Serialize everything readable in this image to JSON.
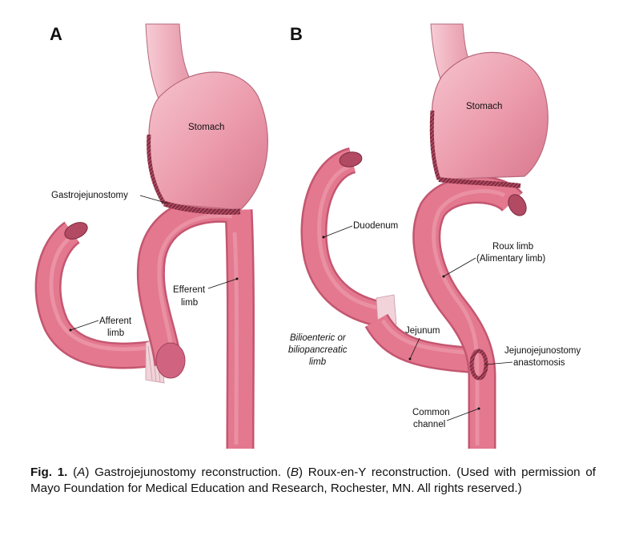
{
  "panels": {
    "a": {
      "letter": "A",
      "stomach": "Stomach",
      "gastrojejunostomy": "Gastrojejunostomy",
      "efferent_1": "Efferent",
      "efferent_2": "limb",
      "afferent_1": "Afferent",
      "afferent_2": "limb"
    },
    "b": {
      "letter": "B",
      "stomach": "Stomach",
      "duodenum": "Duodenum",
      "roux_1": "Roux limb",
      "roux_2": "(Alimentary limb)",
      "bilio_1": "Bilioenteric or",
      "bilio_2": "biliopancreatic",
      "bilio_3": "limb",
      "jejunum": "Jejunum",
      "jj_1": "Jejunojejunostomy",
      "jj_2": "anastomosis",
      "common_1": "Common",
      "common_2": "channel"
    }
  },
  "caption": {
    "figure_label": "Fig. 1.",
    "a_open": " (",
    "a_letter": "A",
    "a_text": ") Gastrojejunostomy reconstruction. (",
    "b_letter": "B",
    "b_text": ") Roux-en-Y reconstruction. (Used with permission of Mayo Foundation for Medical Education and Research, Rochester, MN. All rights reserved.)"
  },
  "colors": {
    "tissue": "#e3788f",
    "tissue_dark": "#c45670",
    "tissue_light": "#f0a4b4",
    "stomach": "#eb9aab",
    "stomach_light": "#f6c4ce",
    "esophagus": "#f1b3c0",
    "suture": "#7a2b3e"
  }
}
